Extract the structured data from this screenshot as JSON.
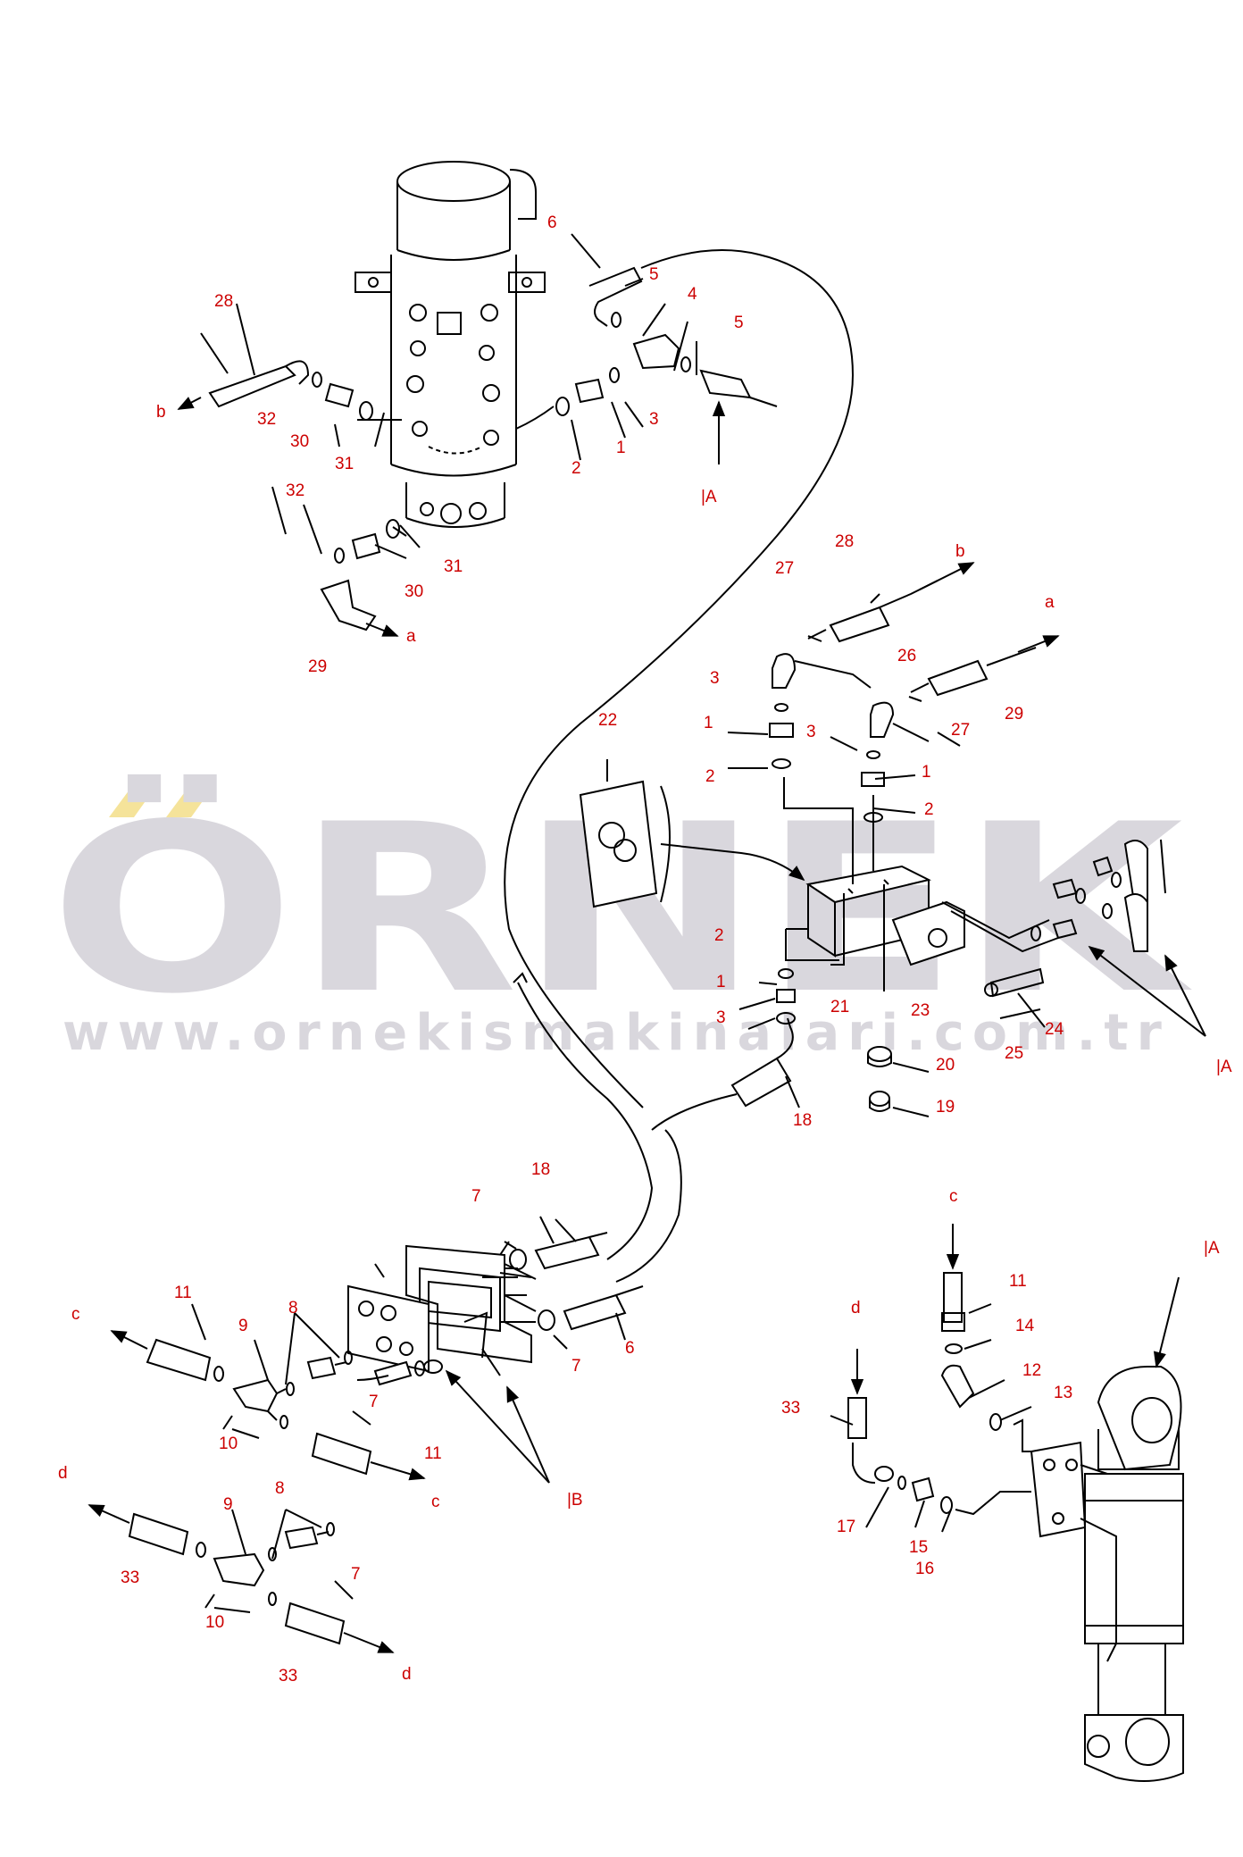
{
  "colors": {
    "callout": "#cc0000",
    "line": "#000000",
    "watermark_gray": "#d9d7dd",
    "watermark_accent": "#f5e39a"
  },
  "watermark": {
    "brand": "ÖRNEK",
    "url": "www.ornekismakinalari.com.tr"
  },
  "callouts": {
    "tl_28": "28",
    "tl_b": "b",
    "tl_32a": "32",
    "tl_30a": "30",
    "tl_31a": "31",
    "tl_32b": "32",
    "tl_30b": "30",
    "tl_31b": "31",
    "tl_29": "29",
    "tl_a": "a",
    "tr_6": "6",
    "tr_5a": "5",
    "tr_4": "4",
    "tr_5b": "5",
    "tr_3": "3",
    "tr_1": "1",
    "tr_2": "2",
    "tr_A": "|A",
    "mv_28": "28",
    "mv_b": "b",
    "mv_27a": "27",
    "mv_26": "26",
    "mv_a": "a",
    "mv_29": "29",
    "mv_27b": "27",
    "mv_3a": "3",
    "mv_1a": "1",
    "mv_2a": "2",
    "mv_3b": "3",
    "mv_1b": "1",
    "mv_2b": "2",
    "mv_22": "22",
    "mv_2c": "2",
    "mv_1c": "1",
    "mv_3c": "3",
    "mv_21": "21",
    "mv_23": "23",
    "mv_24": "24",
    "mv_25": "25",
    "mv_20": "20",
    "mv_19": "19",
    "mv_18": "18",
    "mv_A": "|A",
    "bp_7a": "7",
    "bp_18": "18",
    "bp_7b": "7",
    "bp_6": "6",
    "bl_c1": "c",
    "bl_11a": "11",
    "bl_9a": "9",
    "bl_8a": "8",
    "bl_7a": "7",
    "bl_10a": "10",
    "bl_11b": "11",
    "bl_c2": "c",
    "bl_d1": "d",
    "bl_9b": "9",
    "bl_8b": "8",
    "bl_7b": "7",
    "bl_33a": "33",
    "bl_10b": "10",
    "bl_33b": "33",
    "bl_d2": "d",
    "bl_B": "|B",
    "cy_c": "c",
    "cy_11": "11",
    "cy_14": "14",
    "cy_12": "12",
    "cy_13": "13",
    "cy_d": "d",
    "cy_33": "33",
    "cy_17": "17",
    "cy_15": "15",
    "cy_16": "16",
    "cy_A": "|A"
  }
}
